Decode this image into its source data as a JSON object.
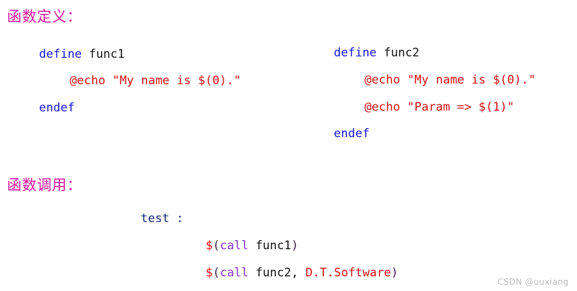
{
  "page": {
    "background": "#ffffff",
    "watermark": "CSDN @uuxiang"
  },
  "palette": {
    "heading_magenta": "#d6169b",
    "keyword_blue": "#1515e0",
    "plain_black": "#121212",
    "echo_red": "#d61111",
    "target_navy": "#16256e",
    "dollar_red": "#ee1111",
    "paren_purple": "#3c2050",
    "call_purple": "#8232c8",
    "watermark_gray": "#bdbdbd"
  },
  "sections": {
    "definition": {
      "heading": "函数定义：",
      "func1": {
        "define_keyword": "define",
        "define_name": " func1",
        "body_line": "@echo \"My name is $(0).\"",
        "end_keyword": "endef"
      },
      "func2": {
        "define_keyword": "define",
        "define_name": " func2",
        "body_line_1": "@echo \"My name is $(0).\"",
        "body_line_2": "@echo \"Param => $(1)\"",
        "end_keyword": "endef"
      }
    },
    "invocation": {
      "heading": "函数调用：",
      "target": "test :",
      "call_1": {
        "dollar": "$",
        "open_paren": "(",
        "call_keyword": "call",
        "args": " func1",
        "close_paren": ")"
      },
      "call_2": {
        "dollar": "$",
        "open_paren": "(",
        "call_keyword": "call",
        "args": " func2, ",
        "arg_value": "D.T.Software",
        "close_paren": ")"
      }
    }
  }
}
